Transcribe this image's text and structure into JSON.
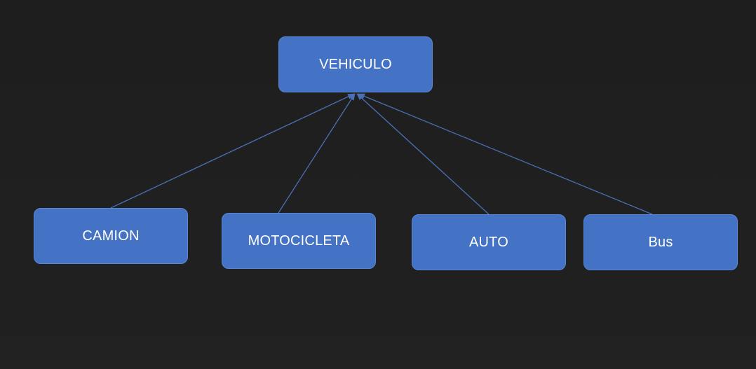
{
  "diagram": {
    "root": {
      "label": "VEHICULO"
    },
    "children": [
      {
        "label": "CAMION"
      },
      {
        "label": "MOTOCICLETA"
      },
      {
        "label": "AUTO"
      },
      {
        "label": "Bus"
      }
    ],
    "colors": {
      "background": "#1f1f1f",
      "box_fill": "#4472c4",
      "box_border": "#5a86d4",
      "connector": "#4a6fb5",
      "text": "#ffffff"
    }
  }
}
